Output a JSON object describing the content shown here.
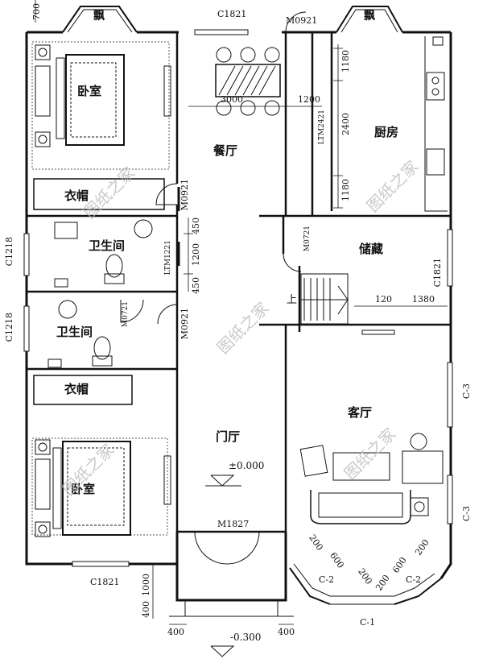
{
  "rooms": {
    "bedroom_top": "卧室",
    "wardrobe_top": "衣帽",
    "bath_top": "卫生间",
    "bath_bottom": "卫生间",
    "wardrobe_bottom": "衣帽",
    "bedroom_bottom": "卧室",
    "dining": "餐厅",
    "kitchen": "厨房",
    "storage": "储藏",
    "living": "客厅",
    "foyer": "门厅"
  },
  "bay_labels": {
    "left": "飘",
    "right": "飘"
  },
  "openings": {
    "C1821_top": "C1821",
    "M0921_top": "M0921",
    "M0921_dining": "M0921",
    "LTM2421": "LTM2421",
    "LTM1221": "LTM1221",
    "M0721_bath": "M0721",
    "M0721_storage": "M0721",
    "M0921_foyer": "M0921",
    "C1218_a": "C1218",
    "C1218_b": "C1218",
    "C1821_storage": "C1821",
    "C3_a": "C-3",
    "C3_b": "C-3",
    "M1827": "M1827",
    "C1821_bottom": "C1821",
    "C1": "C-1",
    "C2_a": "C-2",
    "C2_b": "C-2"
  },
  "dimensions": {
    "d700": "700",
    "d1180_a": "1180",
    "d2400": "2400",
    "d1180_b": "1180",
    "d3000": "3000",
    "d1200_a": "1200",
    "d450_a": "450",
    "d1200_b": "1200",
    "d450_b": "450",
    "d120": "120",
    "d1380": "1380",
    "d1000": "1000",
    "d400_a": "400",
    "d400_b": "400",
    "d400_c": "400",
    "bay200_a": "200",
    "bay600_a": "600",
    "bay200_b": "200",
    "bay200_c": "200",
    "bay600_b": "600",
    "bay200_d": "200"
  },
  "levels": {
    "floor": "±0.000",
    "entry": "-0.300"
  },
  "stair_mark": "上",
  "watermark": "图纸之家"
}
